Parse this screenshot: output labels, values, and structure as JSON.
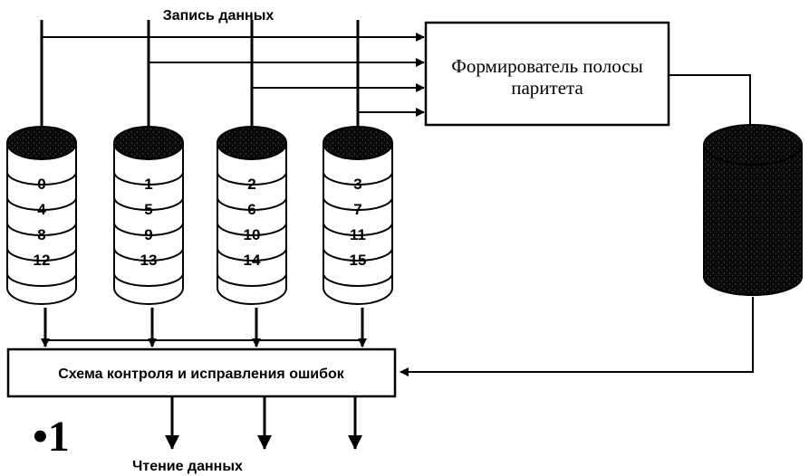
{
  "labels": {
    "write": "Запись данных",
    "read": "Чтение данных",
    "ecc": "Схема контроля и исправления ошибок",
    "parity_line1": "Формирователь полосы",
    "parity_line2": "паритета",
    "corner_mark": "•1"
  },
  "disks": [
    {
      "blocks": [
        "0",
        "4",
        "8",
        "12"
      ]
    },
    {
      "blocks": [
        "1",
        "5",
        "9",
        "13"
      ]
    },
    {
      "blocks": [
        "2",
        "6",
        "10",
        "14"
      ]
    },
    {
      "blocks": [
        "3",
        "7",
        "11",
        "15"
      ]
    }
  ],
  "parity_disk": {
    "blocks": []
  },
  "colors": {
    "ink": "#000000",
    "disk_top": "#111111",
    "background": "#ffffff"
  }
}
